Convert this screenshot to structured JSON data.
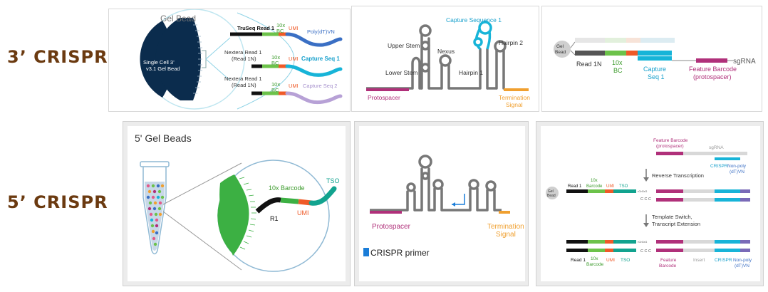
{
  "rows": [
    {
      "label": "3’ CRISPR"
    },
    {
      "label": "5’ CRISPR"
    }
  ],
  "p1": {
    "title": "Gel Bead",
    "bead_label_1": "Single Cell 3’",
    "bead_label_2": "v3.1 Gel Bead",
    "strand1": {
      "read": "TruSeq Read 1",
      "bc_top": "10x",
      "bc_bottom": "BC",
      "umi": "UMI",
      "capture": "Poly(dT)VN"
    },
    "strand2": {
      "read_line1": "Nextera Read 1",
      "read_line2": "(Read 1N)",
      "bc_top": "10x",
      "bc_bottom": "BC",
      "umi": "UMI",
      "capture": "Capture Seq 1"
    },
    "strand3": {
      "read_line1": "Nextera Read 1",
      "read_line2": "(Read 1N)",
      "bc_top": "10x",
      "bc_bottom": "BC",
      "umi": "UMI",
      "capture": "Capture Seq 2"
    }
  },
  "p2": {
    "capture_seq": "Capture Sequence 1",
    "upper_stem": "Upper Stem",
    "nexus": "Nexus",
    "hairpin2": "Hairpin 2",
    "lower_stem": "Lower Stem",
    "hairpin1": "Hairpin 1",
    "protospacer": "Protospacer",
    "termination_1": "Termination",
    "termination_2": "Signal"
  },
  "p3": {
    "gel_1": "Gel",
    "gel_2": "Bead",
    "read": "Read 1N",
    "bc_1": "10x",
    "bc_2": "BC",
    "capture_1": "Capture",
    "capture_2": "Seq 1",
    "feature_1": "Feature Barcode",
    "feature_2": "(protospacer)",
    "sgrna": "sgRNA"
  },
  "p4": {
    "title": "5' Gel Beads",
    "barcode": "10x Barcode",
    "tso": "TSO",
    "r1": "R1",
    "umi": "UMI"
  },
  "p5": {
    "protospacer": "Protospacer",
    "termination_1": "Termination",
    "termination_2": "Signal",
    "legend": "CRISPR primer"
  },
  "p6": {
    "feature_1": "Feature Barcode",
    "feature_2": "(protospacer)",
    "sgrna": "sgRNA",
    "crispr": "CRISPR",
    "nonpoly_1": "Non-poly",
    "nonpoly_2": "(dT)VN",
    "rt": "Reverse Transcription",
    "gel_1": "Gel",
    "gel_2": "Bead",
    "read1": "Read 1",
    "bc_1": "10x",
    "bc_2": "Barcode",
    "umi": "UMI",
    "tso": "TSO",
    "rgrgrg": "rGrGrG",
    "ccc": "C C C",
    "ts_1": "Template Switch,",
    "ts_2": "Transcript Extension",
    "read1_b": "Read 1",
    "bc_b_1": "10x",
    "bc_b_2": "Barcode",
    "umi_b": "UMI",
    "tso_b": "TSO",
    "feature_b_1": "Feature",
    "feature_b_2": "Barcode",
    "insert": "Insert",
    "crispr_b": "CRISPR",
    "nonpoly_b_1": "Non-poly",
    "nonpoly_b_2": "(dT)VN"
  },
  "colors": {
    "label_brown": "#6b3a10",
    "bead_navy": "#0b2c4d",
    "bead_green": "#3cb043",
    "strand_black": "#111111",
    "barcode_green": "#6cc24a",
    "umi_orange": "#ef5a28",
    "polydt_blue": "#3a6fc4",
    "capture_cyan": "#17b4d8",
    "capture2_lavender": "#b7a1d6",
    "feature_magenta": "#b0307a",
    "tso_teal": "#12a38f",
    "termination_orange": "#f0a030",
    "sgrna_gray": "#8d8d8d"
  }
}
